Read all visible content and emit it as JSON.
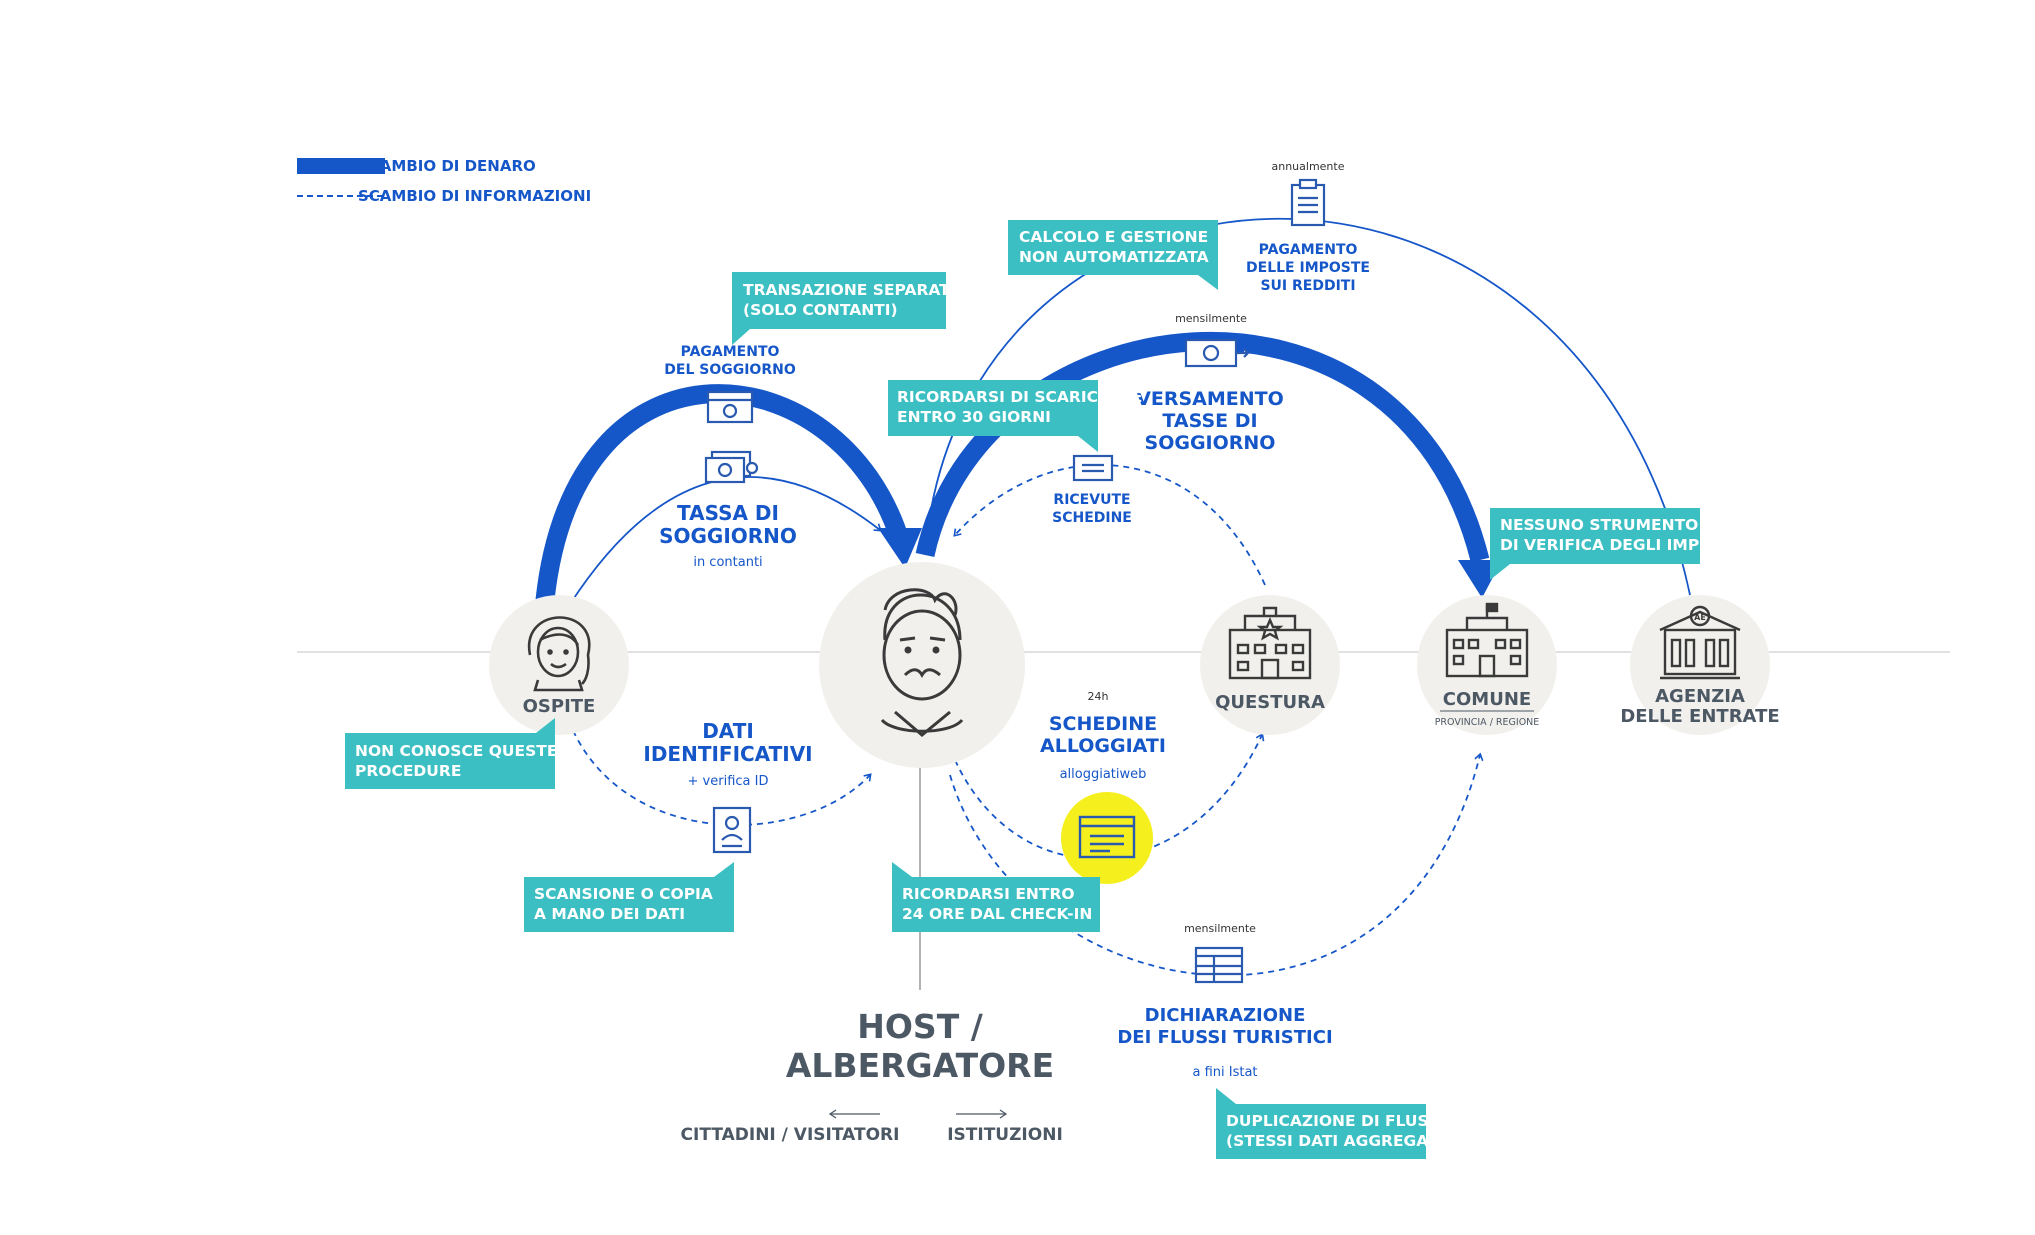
{
  "legend": {
    "money": "SCAMBIO DI DENARO",
    "info": "SCAMBIO DI INFORMAZIONI"
  },
  "colors": {
    "money_flow": "#1556c8",
    "info_flow": "#1556c8",
    "callout": "#3bbfc2",
    "node_fill": "#f1f0ec",
    "highlight": "#f6ef1e",
    "icon_stroke": "#2a59b0"
  },
  "nodes": {
    "ospite": "OSPITE",
    "questura": "QUESTURA",
    "comune": "COMUNE",
    "comune_sub": "PROVINCIA / REGIONE",
    "agenzia_1": "AGENZIA",
    "agenzia_2": "DELLE ENTRATE",
    "agenzia_badge": "AE"
  },
  "host": {
    "line1": "HOST /",
    "line2": "ALBERGATORE",
    "left_dir": "CITTADINI / VISITATORI",
    "right_dir": "ISTITUZIONI"
  },
  "flows": {
    "pagamento_soggiorno_1": "PAGAMENTO",
    "pagamento_soggiorno_2": "DEL SOGGIORNO",
    "tassa_1": "TASSA DI",
    "tassa_2": "SOGGIORNO",
    "tassa_note": "in contanti",
    "dati_1": "DATI",
    "dati_2": "IDENTIFICATIVI",
    "dati_note": "+ verifica ID",
    "ricevute_1": "RICEVUTE",
    "ricevute_2": "SCHEDINE",
    "versamento_freq": "mensilmente",
    "versamento_1": "VERSAMENTO",
    "versamento_2": "TASSE DI",
    "versamento_3": "SOGGIORNO",
    "imposte_freq": "annualmente",
    "imposte_1": "PAGAMENTO",
    "imposte_2": "DELLE IMPOSTE",
    "imposte_3": "SUI REDDITI",
    "schedine_freq": "24h",
    "schedine_1": "SCHEDINE",
    "schedine_2": "ALLOGGIATI",
    "schedine_note": "alloggiatiweb",
    "dichiarazione_freq": "mensilmente",
    "dichiarazione_1": "DICHIARAZIONE",
    "dichiarazione_2": "DEI FLUSSI TURISTICI",
    "dichiarazione_note": "a fini Istat"
  },
  "callouts": {
    "transazione_1": "TRANSAZIONE SEPARATA",
    "transazione_2": "(SOLO CONTANTI)",
    "calcolo_1": "CALCOLO E GESTIONE",
    "calcolo_2": "NON AUTOMATIZZATA",
    "ricordarsi30_1": "RICORDARSI DI SCARICARLE",
    "ricordarsi30_2": "ENTRO 30 GIORNI",
    "nessuno_1": "NESSUNO STRUMENTO",
    "nessuno_2": "DI VERIFICA DEGLI IMPORTI",
    "non_conosce_1": "NON CONOSCE QUESTE",
    "non_conosce_2": "PROCEDURE",
    "scansione_1": "SCANSIONE O COPIA",
    "scansione_2": "A MANO DEI DATI",
    "ricordarsi24_1": "RICORDARSI ENTRO",
    "ricordarsi24_2": "24 ORE DAL CHECK-IN",
    "duplicazione_1": "DUPLICAZIONE DI FLUSSO",
    "duplicazione_2": "(STESSI DATI AGGREGATI)"
  },
  "icons": {
    "ospite": "guest-woman-icon",
    "host": "host-man-icon",
    "questura": "police-station-icon",
    "comune": "town-hall-icon",
    "agenzia": "revenue-agency-icon",
    "pagamento": "payment-window-icon",
    "tassa": "cash-icon",
    "dati": "id-card-icon",
    "ricevute": "receipt-icon",
    "versamento": "banknote-transfer-icon",
    "imposte": "clipboard-icon",
    "schedine": "web-form-icon",
    "dichiarazione": "web-table-icon"
  }
}
